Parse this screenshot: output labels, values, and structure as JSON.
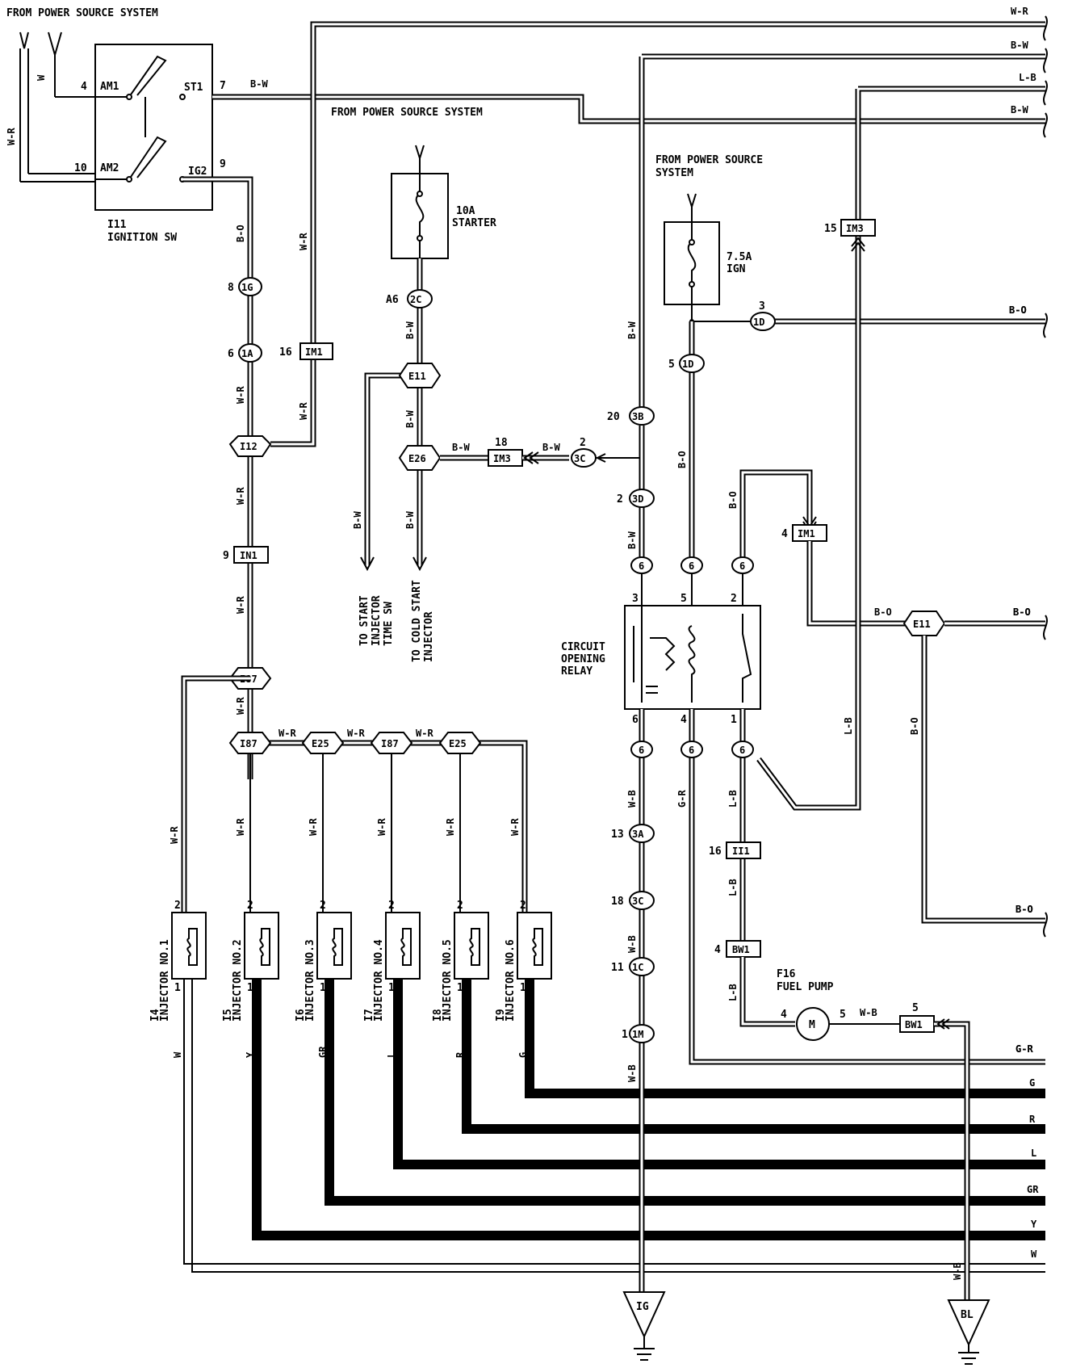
{
  "sources": {
    "top_left": "FROM POWER SOURCE SYSTEM",
    "mid": "FROM POWER SOURCE SYSTEM",
    "right_line1": "FROM POWER SOURCE",
    "right_line2": "SYSTEM"
  },
  "ignition": {
    "id": "I11",
    "name": "IGNITION SW",
    "am1": "AM1",
    "am2": "AM2",
    "st1": "ST1",
    "ig2": "IG2",
    "pin_am1": "4",
    "pin_am2": "10",
    "pin_st1": "7",
    "pin_ig2": "9"
  },
  "fuses": {
    "starter_amp": "10A",
    "starter_name": "STARTER",
    "ign_amp": "7.5A",
    "ign_name": "IGN"
  },
  "relay": {
    "line1": "CIRCUIT",
    "line2": "OPENING",
    "line3": "RELAY",
    "pins": [
      "3",
      "5",
      "2",
      "6",
      "4",
      "1"
    ]
  },
  "pump": {
    "id": "F16",
    "name": "FUEL PUMP",
    "motor": "M"
  },
  "targets": {
    "start_inj_1": "TO START",
    "start_inj_2": "INJECTOR",
    "start_inj_3": "TIME SW",
    "cold_1": "TO COLD START",
    "cold_2": "INJECTOR"
  },
  "grounds": [
    "IG",
    "BL"
  ],
  "injectors": [
    {
      "id": "I4",
      "name": "INJECTOR NO.1",
      "wire": "W",
      "pin2": "2",
      "pin1": "1"
    },
    {
      "id": "I5",
      "name": "INJECTOR NO.2",
      "wire": "Y",
      "pin2": "2",
      "pin1": "1"
    },
    {
      "id": "I6",
      "name": "INJECTOR NO.3",
      "wire": "GR",
      "pin2": "2",
      "pin1": "1"
    },
    {
      "id": "I7",
      "name": "INJECTOR NO.4",
      "wire": "L",
      "pin2": "2",
      "pin1": "1"
    },
    {
      "id": "I8",
      "name": "INJECTOR NO.5",
      "wire": "R",
      "pin2": "2",
      "pin1": "1"
    },
    {
      "id": "I9",
      "name": "INJECTOR NO.6",
      "wire": "G",
      "pin2": "2",
      "pin1": "1"
    }
  ],
  "right_edge_labels": [
    "W-R",
    "B-W",
    "L-B",
    "B-W",
    "B-O",
    "B-O",
    "B-O",
    "G-R",
    "G",
    "R",
    "L",
    "GR",
    "Y",
    "W"
  ],
  "connectors": {
    "c1G": "1G",
    "c1A": "1A",
    "cIM1a": "IM1",
    "cI12": "I12",
    "cIN1": "IN1",
    "cI87a": "I87",
    "cI87b": "I87",
    "cE25a": "E25",
    "cI87c": "I87",
    "cE25b": "E25",
    "c2C": "2C",
    "cE11a": "E11",
    "cE26": "E26",
    "cIM3a": "IM3",
    "c3C": "3C",
    "c3B": "3B",
    "c3D": "3D",
    "cIM3b": "IM3",
    "c1D": "1D",
    "c1Db": "1D",
    "cIM1b": "IM1",
    "cE11b": "E11",
    "c6a": "6",
    "c6b": "6",
    "c6c": "6",
    "c6d": "6",
    "c6e": "6",
    "c6f": "6",
    "c3A": "3A",
    "c3Cb": "3C",
    "c1C": "1C",
    "c1M": "1M",
    "cII1": "II1",
    "cBW1a": "BW1",
    "cBW1b": "BW1"
  },
  "pins": {
    "p_1G": "8",
    "p_1A": "6",
    "p_IM1a": "16",
    "p_IN1": "9",
    "p_2C": "A6",
    "p_IM3a": "18",
    "p_3C": "2",
    "p_3B": "20",
    "p_3D": "2",
    "p_IM3b": "15",
    "p_1D": "3",
    "p_1Db": "5",
    "p_IM1b": "4",
    "p_3A": "13",
    "p_3Cb": "18",
    "p_1C": "11",
    "p_1M": "1",
    "p_II1": "16",
    "p_BW1a": "4",
    "p_BW1b": "5",
    "p_M4": "4",
    "p_M5": "5"
  },
  "wire_labels": {
    "w_w": "W",
    "w_wr_left": "W-R",
    "w_bw_st": "B-W",
    "w_bo_ig": "B-O",
    "w_wr_1a": "W-R",
    "w_wr_im1": "W-R",
    "w_wr_i12": "W-R",
    "w_wr_in1": "W-R",
    "w_wr_i87": "W-R",
    "w_wr_e25a": "W-R",
    "w_wr_e25b": "W-R",
    "w_wr_e25c": "W-R",
    "w_wr_inj1": "W-R",
    "w_wr_inj2": "W-R",
    "w_wr_inj3": "W-R",
    "w_wr_inj4": "W-R",
    "w_wr_inj5": "W-R",
    "w_wr_inj6": "W-R",
    "w_bw_2c": "B-W",
    "w_bw_e11": "B-W",
    "w_bw_st_inj": "B-W",
    "w_bw_cold": "B-W",
    "w_bw_e26": "B-W",
    "w_bw_3c": "B-W",
    "w_bw_3b": "B-W",
    "w_bw_3d": "B-W",
    "w_bo_1d": "B-O",
    "w_bo_1db": "B-O",
    "w_bo_in1": "B-O",
    "w_bo_e11": "B-O",
    "w_bo_e11r": "B-O",
    "w_bo_vert": "B-O",
    "w_bo_bot": "B-O",
    "w_wb_3a": "W-B",
    "w_wb_3c": "W-B",
    "w_wb_gnd": "W-B",
    "w_gr": "G-R",
    "w_lb_6": "L-B",
    "w_lb_ii1": "L-B",
    "w_lb_bw1": "L-B",
    "w_lb_vert": "L-B",
    "w_wb_pump": "W-B",
    "w_wb_bl": "W-B"
  }
}
